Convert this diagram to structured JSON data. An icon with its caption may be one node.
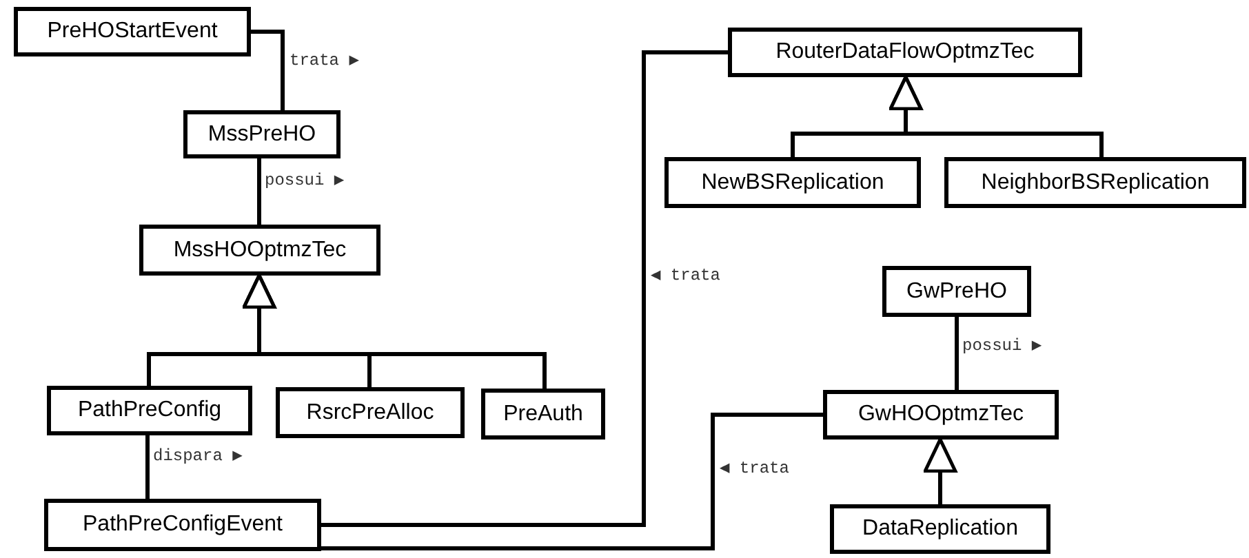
{
  "diagram": {
    "nodes": [
      {
        "text": [
          "PreHOStartEvent"
        ]
      },
      {
        "text": [
          "MssPreHO"
        ]
      },
      {
        "text": [
          "MssHOOptmzTec"
        ]
      },
      {
        "text": [
          "PathPreConfig"
        ]
      },
      {
        "text": [
          "RsrcPreAlloc"
        ]
      },
      {
        "text": [
          "PreAuth"
        ]
      },
      {
        "text": [
          "PathPreConfigEvent"
        ]
      },
      {
        "text": [
          "RouterDataFlowOptmzTec"
        ]
      },
      {
        "text": [
          "NewBSReplication"
        ]
      },
      {
        "text": [
          "NeighborBSReplication"
        ]
      },
      {
        "text": [
          "GwPreHO"
        ]
      },
      {
        "text": [
          "GwHOOptmzTec"
        ]
      },
      {
        "text": [
          "DataReplication"
        ]
      }
    ],
    "edges": [
      {
        "from": 0,
        "to": 1,
        "arrow": "none",
        "label": "trata ▶"
      },
      {
        "from": 1,
        "to": 2,
        "arrow": "none",
        "label": "possui ▶"
      },
      {
        "from": 3,
        "to": 2,
        "arrow": "to"
      },
      {
        "from": 4,
        "to": 2,
        "arrow": "to"
      },
      {
        "from": 5,
        "to": 2,
        "arrow": "to"
      },
      {
        "from": 3,
        "to": 6,
        "arrow": "none",
        "label": "dispara ▶"
      },
      {
        "from": 6,
        "to": 7,
        "arrow": "none",
        "label": "◀ trata"
      },
      {
        "from": 8,
        "to": 7,
        "arrow": "to"
      },
      {
        "from": 9,
        "to": 7,
        "arrow": "to"
      },
      {
        "from": 10,
        "to": 11,
        "arrow": "none",
        "label": "possui ▶"
      },
      {
        "from": 6,
        "to": 11,
        "arrow": "none",
        "label": "◀ trata"
      },
      {
        "from": 12,
        "to": 11,
        "arrow": "to"
      }
    ]
  }
}
